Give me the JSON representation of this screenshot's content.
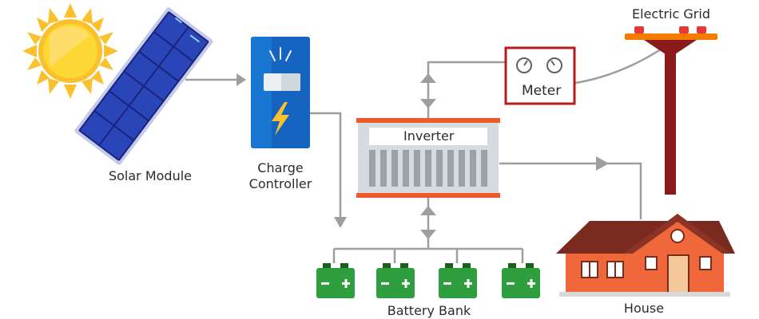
{
  "components": {
    "solar_module": {
      "label": "Solar Module"
    },
    "charge_controller": {
      "label_line1": "Charge",
      "label_line2": "Controller"
    },
    "inverter": {
      "label": "Inverter"
    },
    "meter": {
      "label": "Meter"
    },
    "electric_grid": {
      "label": "Electric Grid"
    },
    "battery_bank": {
      "label": "Battery Bank",
      "count": 4
    },
    "house": {
      "label": "House"
    }
  },
  "colors": {
    "sun": "#fbc02d",
    "panel": "#1e3fae",
    "controller": "#1565c0",
    "inverter_trim": "#ef5a2a",
    "meter_border": "#b71c1c",
    "pole": "#8b1a1a",
    "battery": "#2e9e3e",
    "house_wall": "#f0683a",
    "roof": "#7a2a1e",
    "connector": "#9e9e9e"
  }
}
